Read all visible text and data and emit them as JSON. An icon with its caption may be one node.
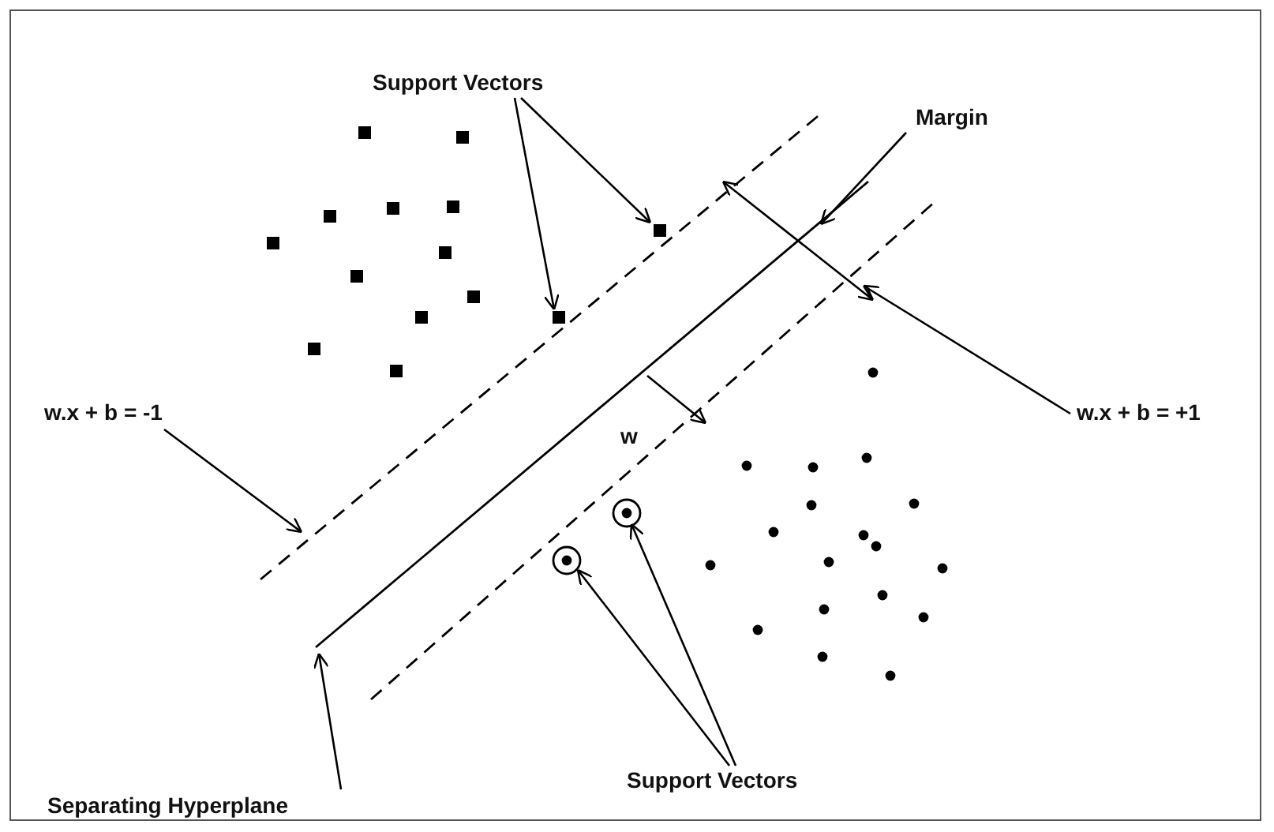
{
  "diagram": {
    "nodes": [
      {
        "text": [
          "Support Vectors"
        ]
      },
      {
        "text": [],
        "shape": "box"
      },
      {
        "text": [],
        "shape": "box"
      },
      {
        "text": [
          "Margin"
        ]
      },
      {
        "text": [
          "w.x + b = -1"
        ]
      },
      {
        "text": [],
        "shape": "line"
      },
      {
        "text": [
          "w.x + b = +1"
        ]
      },
      {
        "text": [],
        "shape": "line"
      },
      {
        "text": [],
        "shape": "line"
      },
      {
        "text": [
          "Separating Hyperplane"
        ]
      },
      {
        "text": [
          "Support Vectors"
        ]
      },
      {
        "text": [],
        "shape": "circle"
      },
      {
        "text": [],
        "shape": "circle"
      }
    ],
    "edges": [
      {
        "from": 0,
        "to": 1,
        "arrow": "to"
      },
      {
        "from": 0,
        "to": 2,
        "arrow": "to"
      },
      {
        "from": 3,
        "to": 8,
        "arrow": "to"
      },
      {
        "from": 4,
        "to": 5,
        "arrow": "to"
      },
      {
        "from": 6,
        "to": 7,
        "arrow": "to"
      },
      {
        "from": 9,
        "to": 8,
        "arrow": "to"
      },
      {
        "from": 10,
        "to": 11,
        "arrow": "to"
      },
      {
        "from": 10,
        "to": 12,
        "arrow": "to"
      }
    ],
    "labels": [
      "w"
    ]
  }
}
